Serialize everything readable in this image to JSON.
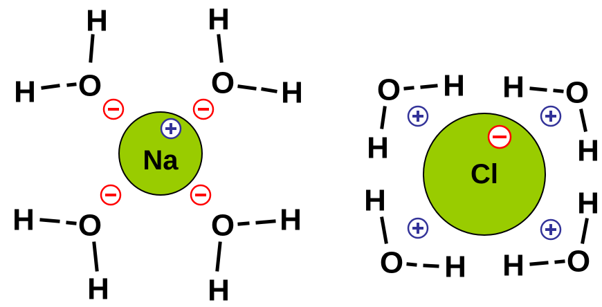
{
  "colors": {
    "ion_fill": "#99cc00",
    "ion_stroke": "#000000",
    "positive": "#333399",
    "negative": "#ff0000",
    "text": "#000000"
  },
  "sodium": {
    "symbol": "Na",
    "charge": "positive",
    "waters": [
      {
        "oxygen": "O",
        "hydrogens": [
          "H",
          "H"
        ],
        "partial_charge": "negative"
      },
      {
        "oxygen": "O",
        "hydrogens": [
          "H",
          "H"
        ],
        "partial_charge": "negative"
      },
      {
        "oxygen": "O",
        "hydrogens": [
          "H",
          "H"
        ],
        "partial_charge": "negative"
      },
      {
        "oxygen": "O",
        "hydrogens": [
          "H",
          "H"
        ],
        "partial_charge": "negative"
      }
    ]
  },
  "chloride": {
    "symbol": "Cl",
    "charge": "negative",
    "waters": [
      {
        "oxygen": "O",
        "hydrogens": [
          "H",
          "H"
        ],
        "partial_charge": "positive"
      },
      {
        "oxygen": "O",
        "hydrogens": [
          "H",
          "H"
        ],
        "partial_charge": "positive"
      },
      {
        "oxygen": "O",
        "hydrogens": [
          "H",
          "H"
        ],
        "partial_charge": "positive"
      },
      {
        "oxygen": "O",
        "hydrogens": [
          "H",
          "H"
        ],
        "partial_charge": "positive"
      }
    ]
  }
}
